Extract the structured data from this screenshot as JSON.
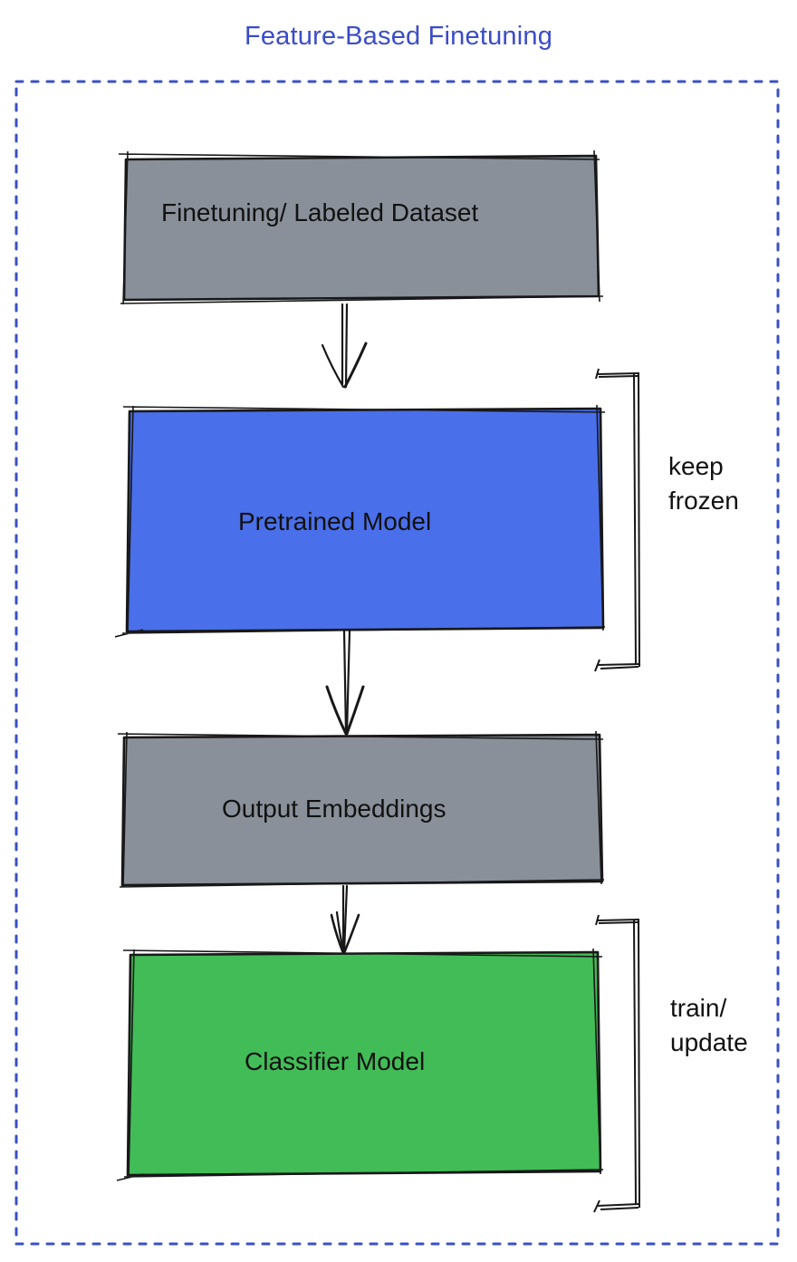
{
  "title": {
    "text": "Feature-Based Finetuning",
    "color": "#3b4cc8"
  },
  "colors": {
    "container_border": "#3a50c4",
    "box_gray": "#8a909a",
    "box_blue": "#4a6fea",
    "box_green": "#42bc57",
    "stroke": "#181818",
    "label_text": "#111111"
  },
  "diagram": {
    "nodes": [
      {
        "id": "finetuning-dataset",
        "label": "Finetuning/ Labeled Dataset",
        "fill": "gray"
      },
      {
        "id": "pretrained-model",
        "label": "Pretrained Model",
        "fill": "blue"
      },
      {
        "id": "output-embeddings",
        "label": "Output Embeddings",
        "fill": "gray"
      },
      {
        "id": "classifier-model",
        "label": "Classifier Model",
        "fill": "green"
      }
    ],
    "annotations": [
      {
        "target": "pretrained-model",
        "label": "keep\nfrozen"
      },
      {
        "target": "classifier-model",
        "label": "train/\nupdate"
      }
    ],
    "connections": [
      {
        "from": "finetuning-dataset",
        "to": "pretrained-model"
      },
      {
        "from": "pretrained-model",
        "to": "output-embeddings"
      },
      {
        "from": "output-embeddings",
        "to": "classifier-model"
      }
    ]
  }
}
